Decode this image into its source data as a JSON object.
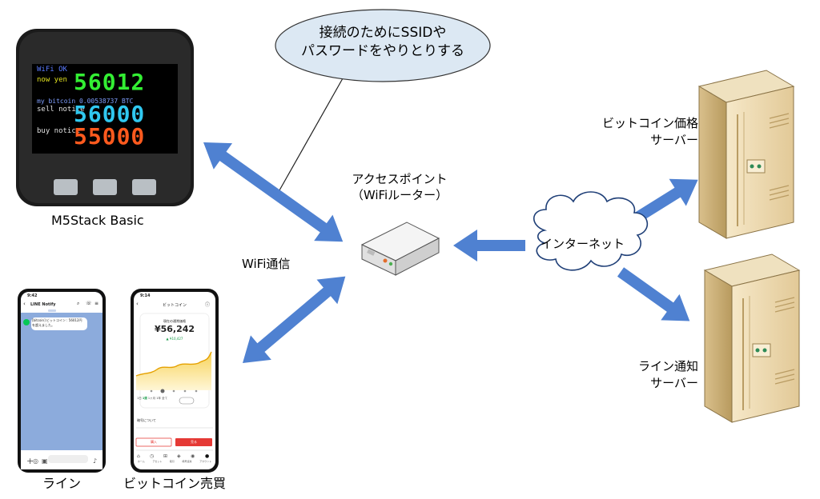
{
  "bubble": {
    "line1": "接続のためにSSIDや",
    "line2": "パスワードをやりとりする"
  },
  "device": {
    "label": "M5Stack Basic",
    "screen": {
      "wifi_status": "WiFi OK",
      "now_label": "now yen",
      "now_value": "56012",
      "bitcoin_line": "my bitcoin 0.00538737 BTC",
      "sell_label": "sell notice",
      "sell_value": "56000",
      "buy_label": "buy notice",
      "buy_value": "55000"
    }
  },
  "access_point": {
    "line1": "アクセスポイント",
    "line2": "（WiFiルーター）"
  },
  "wifi_label": "WiFi通信",
  "internet_label": "インターネット",
  "btc_server": {
    "line1": "ビットコイン価格",
    "line2": "サーバー"
  },
  "line_server": {
    "line1": "ライン通知",
    "line2": "サーバー"
  },
  "phone_line": {
    "label": "ライン",
    "time": "9:42",
    "title": "LINE Notify",
    "message_line1": "[bitcoin] ビットコイン : 56012円",
    "message_line2": "を超えました。"
  },
  "phone_btc": {
    "label": "ビットコイン売買",
    "time": "9:14",
    "title": "ビットコイン",
    "price_caption": "現在の通常価格",
    "price": "¥56,242",
    "change": "▲ ¥10,427",
    "range_buttons": [
      "1日",
      "1週",
      "1ヶ月",
      "1年",
      "全て"
    ],
    "about_label": "暗号について",
    "buy_label": "購入",
    "sell_label": "売る",
    "nav_items": [
      "ホーム",
      "アセット",
      "取引",
      "暗号資産",
      "アカウント"
    ]
  },
  "colors": {
    "arrow": "#4f81d1",
    "bubble_fill": "#dce8f3",
    "cloud_fill": "#ffffff"
  }
}
